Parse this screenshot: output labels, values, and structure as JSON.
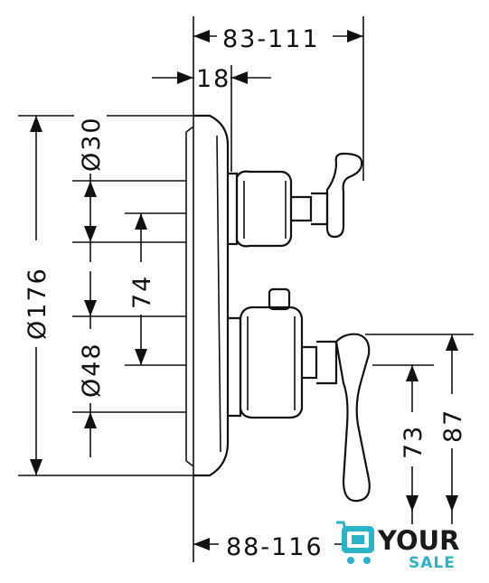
{
  "dimensions": {
    "top_width": "83-111",
    "wall_offset": "18",
    "plate_diameter": "Ø176",
    "upper_spindle_diameter": "Ø30",
    "spindle_spacing": "74",
    "lower_spindle_diameter": "Ø48",
    "lower_depth_a": "73",
    "lower_depth_b": "87",
    "bottom_width": "88-116"
  },
  "logo": {
    "word1": "YOUR",
    "word2": "SALE",
    "accent_color": "#2bb3c9",
    "icon": "shopping-cart-icon"
  }
}
